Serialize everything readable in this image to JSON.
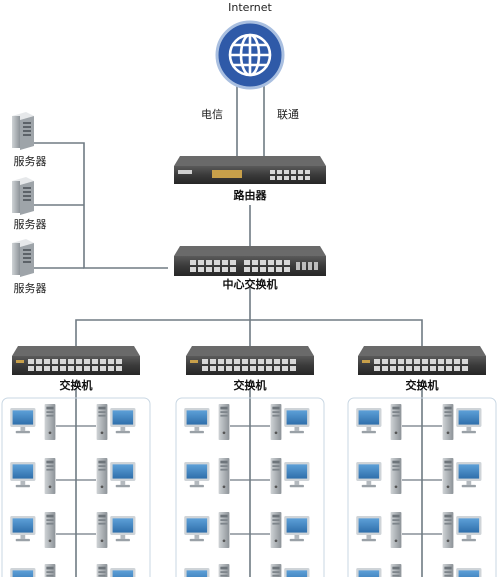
{
  "diagram": {
    "internet_label": "Internet",
    "isp_labels": [
      "电信",
      "联通"
    ],
    "router_label": "路由器",
    "core_switch_label": "中心交换机",
    "server_label": "服务器",
    "access_switch_label": "交换机",
    "server_count": 3,
    "access_switch_count": 3,
    "pc_rows_visible": 4,
    "colors": {
      "globe": "#2f5aa8",
      "monitor_screen": "#3d86c4",
      "line": "#707b84",
      "device_body": "#3b3b3b"
    }
  }
}
